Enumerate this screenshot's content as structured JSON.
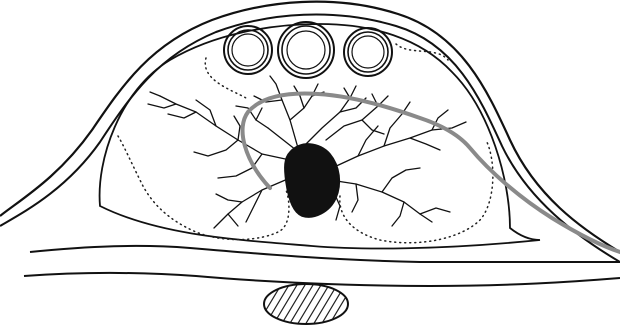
{
  "figure": {
    "colors": {
      "background": "#ffffff",
      "ink": "#111111",
      "highlight_fiber": "#8a8a8a"
    },
    "parts": [
      "outer-membrane",
      "inner-membrane",
      "cord-section",
      "three-vessel-rings",
      "dendritic-nerve-cell",
      "gray-fiber-path",
      "dotted-gray-matter-outline",
      "lower-bands",
      "hatched-oval"
    ]
  }
}
